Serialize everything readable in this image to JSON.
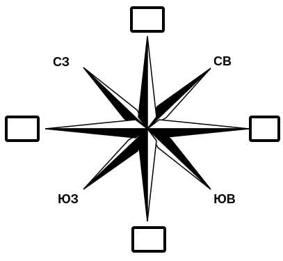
{
  "compass": {
    "labels": {
      "nw": "СЗ",
      "ne": "СВ",
      "sw": "ЮЗ",
      "se": "ЮВ"
    },
    "answer_boxes": {
      "north": "",
      "south": "",
      "west": "",
      "east": ""
    },
    "colors": {
      "ink": "#000000",
      "paper": "#ffffff"
    }
  }
}
